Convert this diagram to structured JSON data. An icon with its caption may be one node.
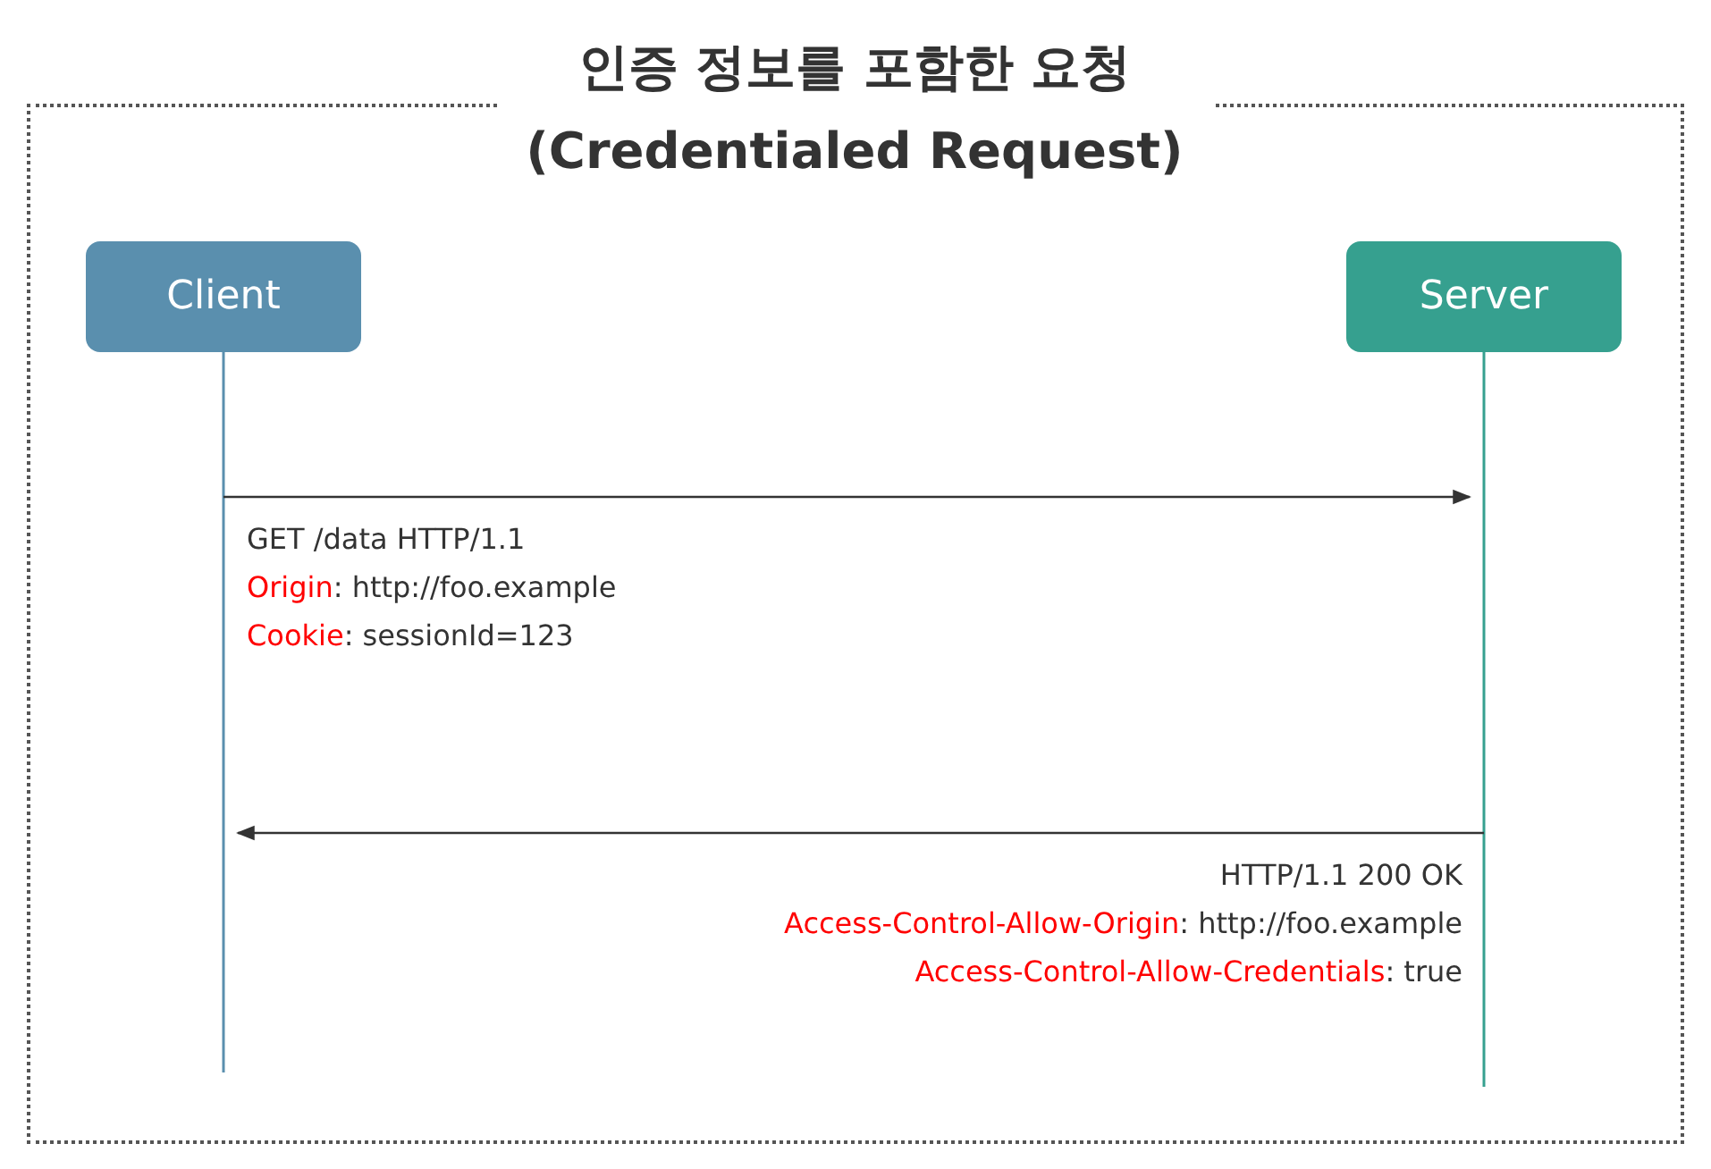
{
  "diagram": {
    "title": "인증 정보를 포함한 요청 (Credentialed Request)",
    "nodes": [
      {
        "text": [
          "Client"
        ]
      },
      {
        "text": [
          "Server"
        ]
      }
    ],
    "edges": [
      {
        "from": 0,
        "to": 1,
        "arrow": "to",
        "label": "GET /data HTTP/1.1"
      },
      {
        "from": 1,
        "to": 0,
        "arrow": "to",
        "label": "HTTP/1.1 200 OK"
      }
    ],
    "labels": [
      "Origin: http://foo.example",
      "Cookie: sessionId=123",
      "Access-Control-Allow-Origin: http://foo.example",
      "Access-Control-Allow-Credentials: true"
    ]
  }
}
